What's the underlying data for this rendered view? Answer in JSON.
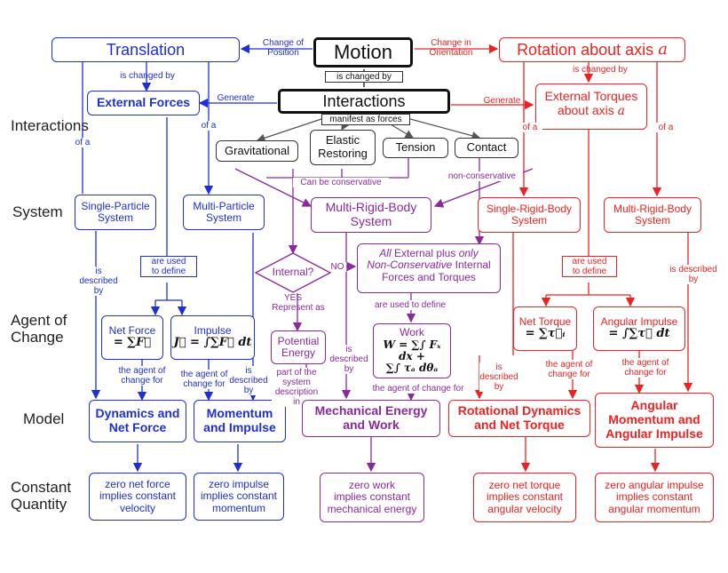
{
  "row_labels": {
    "interactions": "Interactions",
    "system": "System",
    "agent": "Agent of\nChange",
    "model": "Model",
    "constant": "Constant\nQuantity"
  },
  "top": {
    "motion": "Motion",
    "is_changed_by": "is changed by",
    "interactions": "Interactions",
    "manifest": "manifest as forces",
    "translation": "Translation",
    "rotation": "Rotation about axis",
    "axis_symbol": "a",
    "change_position": "Change of\nPosition",
    "change_orientation": "Change in\nOrientation"
  },
  "forces": {
    "gravitational": "Gravitational",
    "elastic": "Elastic\nRestoring",
    "tension": "Tension",
    "contact": "Contact",
    "can_be_conservative": "Can be conservative",
    "non_conservative": "non-conservative"
  },
  "left": {
    "is_changed_by": "is changed by",
    "external_forces": "External Forces",
    "generate": "Generate",
    "of_a_1": "of a",
    "of_a_2": "of a",
    "single_particle": "Single-Particle\nSystem",
    "multi_particle": "Multi-Particle\nSystem",
    "is_described_by": "is\ndescribed\nby",
    "are_used_to_define": "are used\nto define",
    "net_force": "Net Force",
    "net_force_eq": "= ∑F⃗",
    "impulse": "Impulse",
    "impulse_eq": "J⃗ = ∫∑F⃗ dt",
    "agent_change_1": "the agent of\nchange for",
    "agent_change_2": "the agent of\nchange for",
    "is_described_by_2": "is\ndescribed\nby",
    "dynamics": "Dynamics and\nNet Force",
    "momentum": "Momentum\nand Impulse",
    "zero_net_force": "zero net force\nimplies constant\nvelocity",
    "zero_impulse": "zero impulse\nimplies constant\nmomentum"
  },
  "middle": {
    "multi_rigid": "Multi-Rigid-Body\nSystem",
    "internal": "Internal?",
    "no": "NO",
    "yes": "YES",
    "represent_as": "Represent as",
    "external_plus_html": "All External plus only Non-Conservative Internal Forces and Torques",
    "ext_line1_i": "All",
    "ext_line1": " External plus ",
    "ext_line1_i2": "only",
    "ext_line2_i": "Non-Conservative",
    "ext_line2": " Internal",
    "ext_line3": "Forces and Torques",
    "are_used_to_define": "are used to define",
    "potential": "Potential\nEnergy",
    "part_of": "part of the\nsystem\ndescription in",
    "is_described_by": "is\ndescribed\nby",
    "work": "Work",
    "work_eq1": "W = ∑∫ Fₓ dx +",
    "work_eq2": "∑∫ τₐ dθₐ",
    "agent_change": "the agent of change for",
    "mech": "Mechanical Energy\nand Work",
    "zero_work": "zero work\nimplies constant\nmechanical energy"
  },
  "right": {
    "is_changed_by": "is changed by",
    "generate": "Generate",
    "external_torques": "External Torques\nabout axis",
    "of_a_1": "of a",
    "of_a_2": "of a",
    "single_rigid": "Single-Rigid-Body\nSystem",
    "multi_rigid": "Multi-Rigid-Body\nSystem",
    "are_used_to_define": "are used\nto define",
    "is_described_by": "is described\nby",
    "net_torque": "Net Torque",
    "net_torque_eq": "= ∑τ⃗ᵢ",
    "angular_impulse": "Angular Impulse",
    "angular_impulse_eq": "= ∫∑τ⃗ dt",
    "is_described_by_2": "is\ndescribed\nby",
    "agent_change_1": "the agent of\nchange for",
    "agent_change_2": "the agent of\nchange for",
    "rot_dyn": "Rotational Dynamics\nand Net Torque",
    "ang_mom": "Angular\nMomentum and\nAngular Impulse",
    "zero_torque": "zero net torque\nimplies constant\nangular velocity",
    "zero_ang_impulse": "zero angular impulse\nimplies constant\nangular momentum"
  },
  "colors": {
    "translation": "#1f2fd6",
    "rotation": "#ee2222",
    "energy": "#8a2a9e",
    "neutral": "#111111"
  }
}
